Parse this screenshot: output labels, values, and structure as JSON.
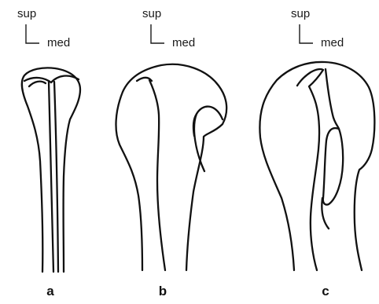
{
  "orientation": {
    "superior_label": "sup",
    "medial_label": "med"
  },
  "panels": [
    {
      "label": "a"
    },
    {
      "label": "b"
    },
    {
      "label": "c"
    }
  ],
  "colors": {
    "line": "#111111",
    "background": "#ffffff"
  }
}
